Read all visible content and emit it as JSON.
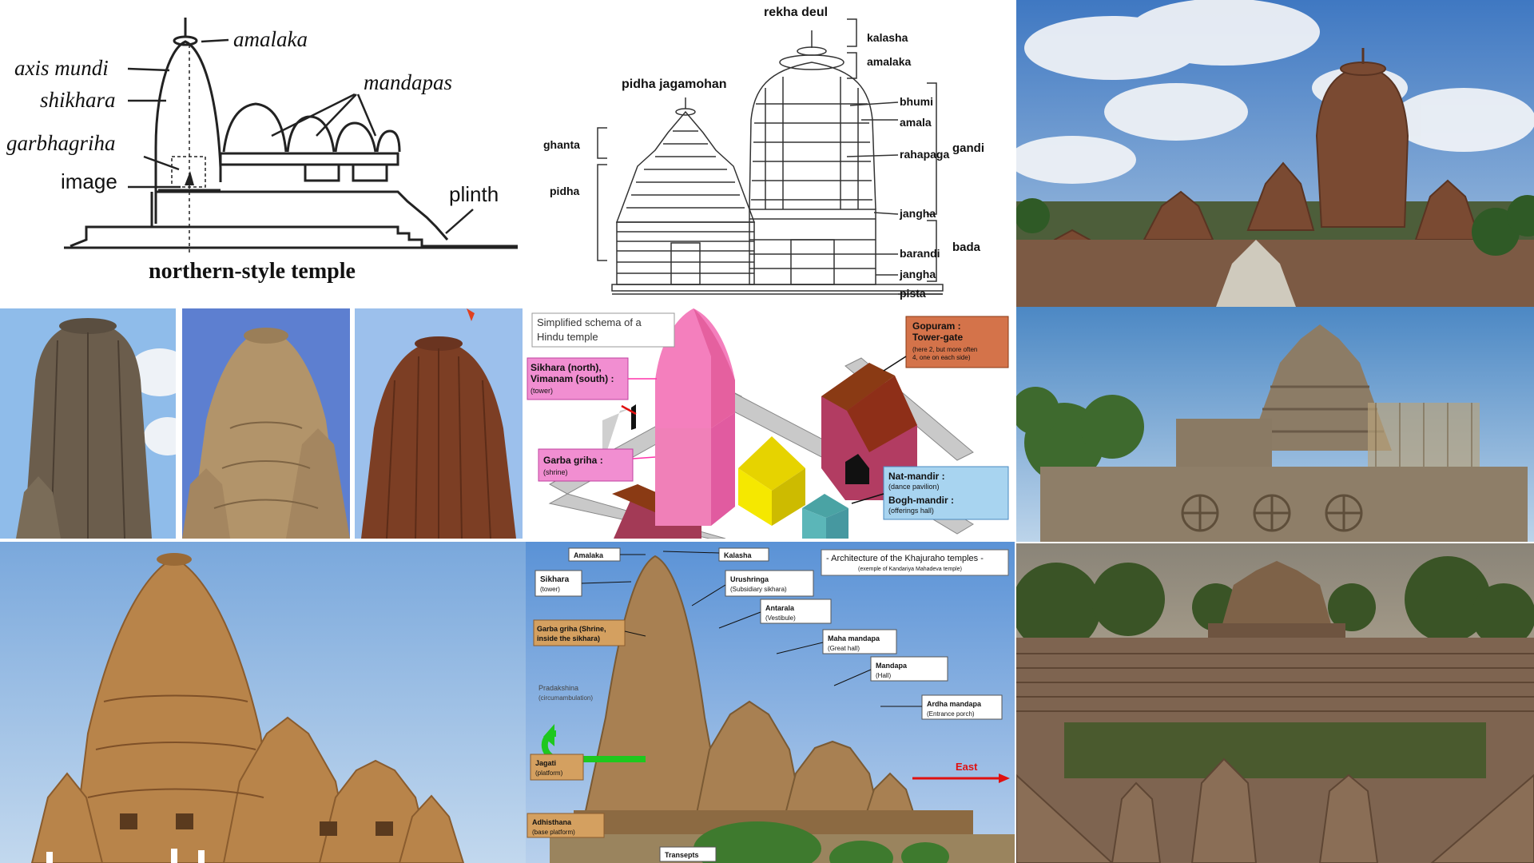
{
  "northern": {
    "labels": {
      "amalaka": "amalaka",
      "axis_mundi": "axis mundi",
      "shikhara": "shikhara",
      "garbhagriha": "garbhagriha",
      "image": "image",
      "mandapas": "mandapas",
      "plinth": "plinth"
    },
    "caption": "northern-style temple"
  },
  "odisha": {
    "rekha_deul": "rekha deul",
    "pidha_jagamohan": "pidha jagamohan",
    "left_labels": {
      "ghanta": "ghanta",
      "pidha": "pidha"
    },
    "right_labels": {
      "kalasha": "kalasha",
      "amalaka": "amalaka",
      "bhumi": "bhumi",
      "amala": "amala",
      "rahapaga": "rahapaga",
      "jangha_upper": "jangha",
      "barandi": "barandi",
      "jangha_lower": "jangha",
      "pista": "pista"
    },
    "group_labels": {
      "gandi": "gandi",
      "bada": "bada"
    }
  },
  "schema": {
    "title_line1": "Simplified schema of a",
    "title_line2": "Hindu temple",
    "gopuram_title1": "Gopuram :",
    "gopuram_title2": "Tower-gate",
    "gopuram_note1": "(here 2, but more often",
    "gopuram_note2": "4, one on each side)",
    "sikhara_line1": "Sikhara (north),",
    "sikhara_line2": "Vimanam (south) :",
    "sikhara_note": "(tower)",
    "garba_title": "Garba griha :",
    "garba_note": "(shrine)",
    "nat_title": "Nat-mandir :",
    "nat_note": "(dance pavilion)",
    "bogh_title": "Bogh-mandir :",
    "bogh_note": "(offerings hall)"
  },
  "khajuraho": {
    "title": "- Architecture of the Khajuraho temples -",
    "subtitle": "(exemple of Kandariya Mahadeva temple)",
    "amalaka": "Amalaka",
    "kalasha": "Kalasha",
    "sikhara": "Sikhara",
    "sikhara_sub": "(tower)",
    "urushringa": "Urushringa",
    "urushringa_sub": "(Subsidiary sikhara)",
    "antarala": "Antarala",
    "antarala_sub": "(Vestibule)",
    "garba1": "Garba griha (Shrine,",
    "garba2": "inside the sikhara)",
    "maha1": "Maha mandapa",
    "maha2": "(Great hall)",
    "mandapa1": "Mandapa",
    "mandapa2": "(Hall)",
    "pradakshina1": "Pradakshina",
    "pradakshina2": "(circumambulation)",
    "ardha1": "Ardha mandapa",
    "ardha2": "(Entrance porch)",
    "jagati1": "Jagati",
    "jagati2": "(platform)",
    "east": "East",
    "adhisthana1": "Adhisthana",
    "adhisthana2": "(base platform)",
    "transepts": "Transepts"
  },
  "colors": {
    "sky": "#8fb8de",
    "sandstone": "#b8844a",
    "laterite": "#8a4a2a",
    "pink": "#f47fbd",
    "yellow": "#f5e000",
    "teal": "#5bb6b8",
    "maroon": "#a83a58",
    "grass_green": "#3e7a2e"
  }
}
